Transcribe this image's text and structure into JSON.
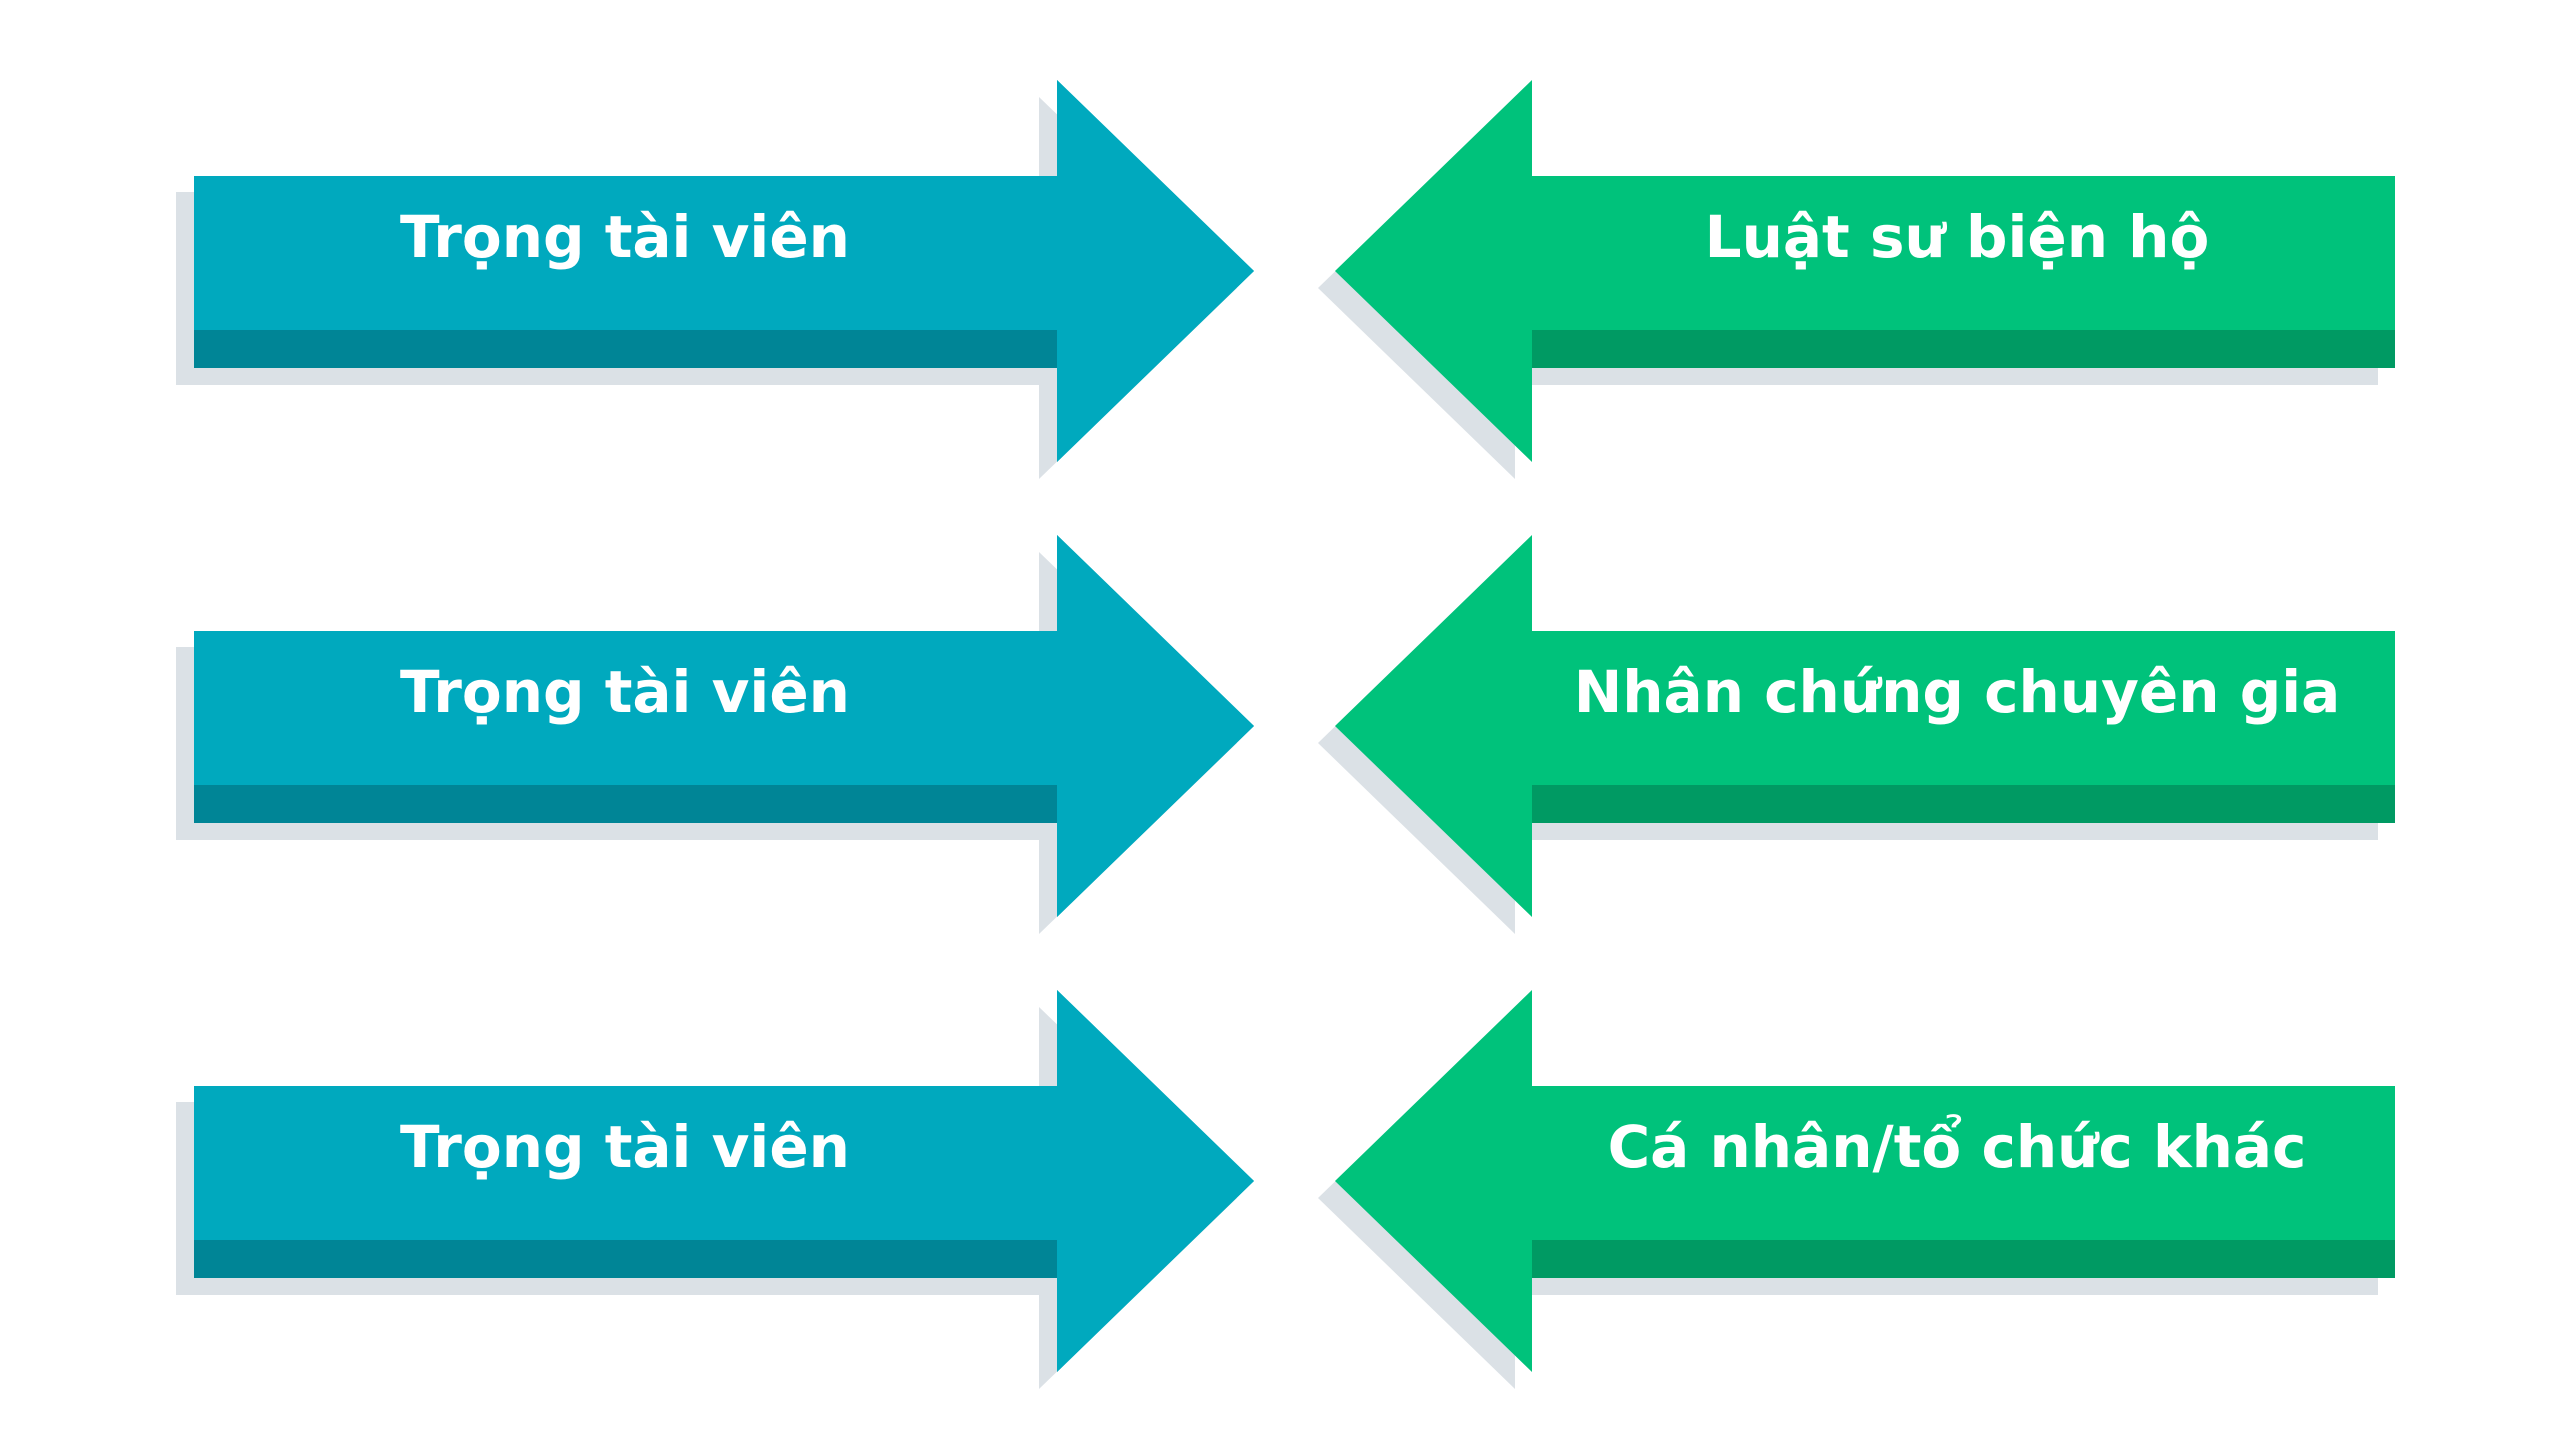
{
  "colors": {
    "left_arrow": "#00a9be",
    "left_arrow_dark": "#008596",
    "right_arrow": "#00c27b",
    "right_arrow_dark": "#009a63",
    "shadow": "#dbe1e6",
    "text": "#ffffff",
    "background": "#ffffff"
  },
  "rows": [
    {
      "left_label": "Trọng tài viên",
      "right_label": "Luật sư biện hộ"
    },
    {
      "left_label": "Trọng tài viên",
      "right_label": "Nhân chứng chuyên gia"
    },
    {
      "left_label": "Trọng tài viên",
      "right_label": "Cá nhân/tổ chức khác"
    }
  ]
}
